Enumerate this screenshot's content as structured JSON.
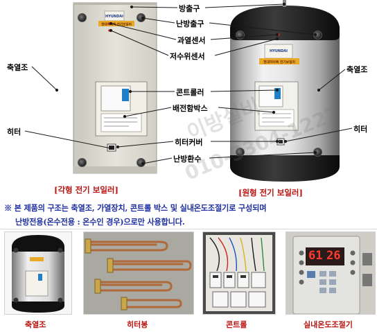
{
  "labels": {
    "relief_valve": "방출구",
    "heating_outlet": "난방출구",
    "overheat_sensor": "과열센서",
    "low_water_sensor": "저수위센서",
    "storage_tank_left": "축열조",
    "storage_tank_right": "축열조",
    "controller": "콘트롤러",
    "junction_box": "배전함박스",
    "heater_left": "히터",
    "heater_right": "히터",
    "heater_cover": "히터커버",
    "heating_return": "난방환수"
  },
  "captions": {
    "square": "[각형 전기 보일러]",
    "round": "[원형 전기 보일러]"
  },
  "note": {
    "line1": "※ 본 제품의 구조는 축열조, 가열장치, 콘트롤 박스 및 실내온도조절기로 구성되며",
    "line2": "난방전용(온수전용 : 온수인 경우)으로만 사용합니다."
  },
  "brand": {
    "logo": "HYUNDAI",
    "tagline": "현대하이텍 전기보일러"
  },
  "watermark": {
    "line1": "이방설비",
    "line2": "010-3304-1227"
  },
  "thermostat_display": {
    "left": "61",
    "right": "26"
  },
  "thumbnails": [
    {
      "caption": "축열조"
    },
    {
      "caption": "히터봉"
    },
    {
      "caption": "콘트롤"
    },
    {
      "caption": "실내온도조절기"
    }
  ],
  "colors": {
    "caption_red": "#b8130f",
    "note_blue": "#1e2fa0",
    "cabinet": "#dcd9cf",
    "drum": "#1a1a1a"
  }
}
